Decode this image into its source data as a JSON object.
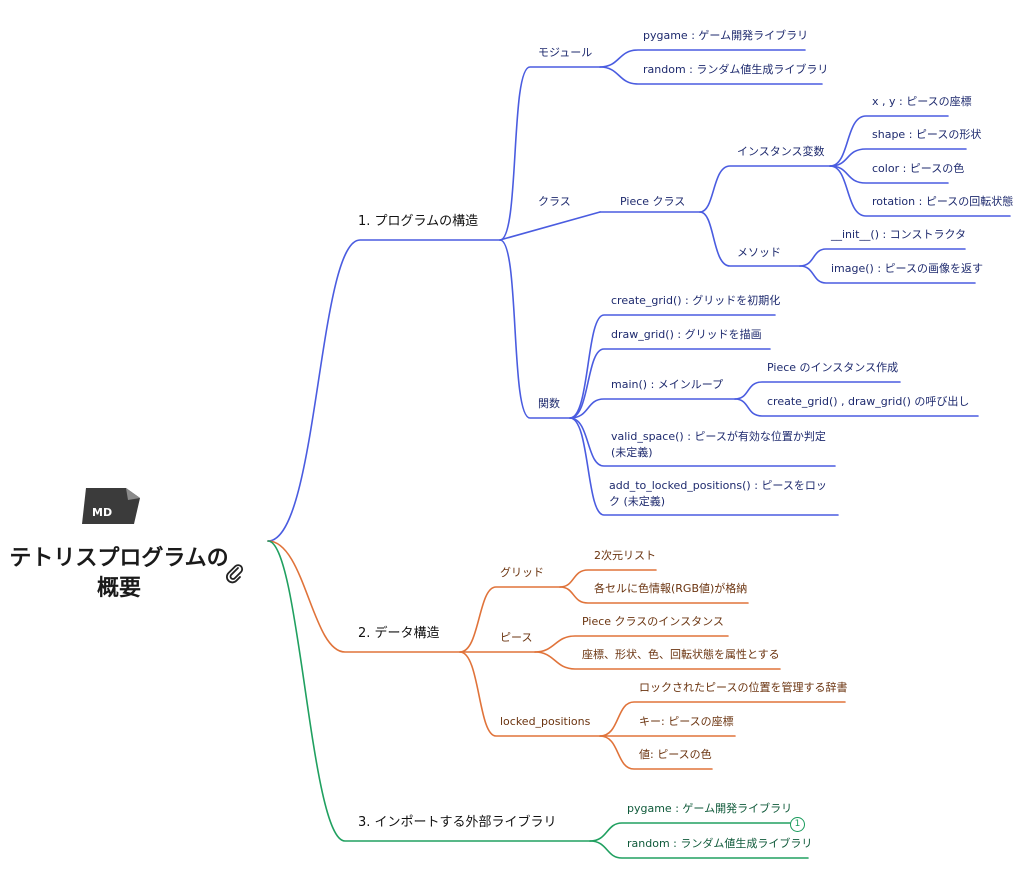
{
  "root": {
    "title_line1": "テトリスプログラムの",
    "title_line2": "概要",
    "file_badge": "MD",
    "attachment_icon": "paperclip-icon"
  },
  "colors": {
    "blue": "#4a5ce0",
    "orange": "#e0733a",
    "green": "#20a060"
  },
  "section1": {
    "label": "1. プログラムの構造",
    "module": {
      "label": "モジュール",
      "items": [
        "pygame : ゲーム開発ライブラリ",
        "random : ランダム値生成ライブラリ"
      ]
    },
    "class": {
      "label": "クラス",
      "piece": "Piece クラス",
      "vars": {
        "label": "インスタンス変数",
        "items": [
          "x , y : ピースの座標",
          "shape : ピースの形状",
          "color : ピースの色",
          "rotation : ピースの回転状態"
        ]
      },
      "methods": {
        "label": "メソッド",
        "items": [
          "__init__() : コンストラクタ",
          "image() : ピースの画像を返す"
        ]
      }
    },
    "functions": {
      "label": "関数",
      "items": [
        "create_grid() : グリッドを初期化",
        "draw_grid() : グリッドを描画",
        "main() : メインループ",
        "valid_space() : ピースが有効な位置か判定 (未定義)",
        "add_to_locked_positions() : ピースをロック (未定義)"
      ],
      "main_children": [
        "Piece のインスタンス作成",
        "create_grid() , draw_grid() の呼び出し"
      ]
    }
  },
  "section2": {
    "label": "2. データ構造",
    "grid": {
      "label": "グリッド",
      "items": [
        "2次元リスト",
        "各セルに色情報(RGB値)が格納"
      ]
    },
    "piece": {
      "label": "ピース",
      "items": [
        "Piece クラスのインスタンス",
        "座標、形状、色、回転状態を属性とする"
      ]
    },
    "locked": {
      "label": "locked_positions",
      "items": [
        "ロックされたピースの位置を管理する辞書",
        "キー: ピースの座標",
        "値: ピースの色"
      ]
    }
  },
  "section3": {
    "label": "3. インポートする外部ライブラリ",
    "items": [
      "pygame : ゲーム開発ライブラリ",
      "random : ランダム値生成ライブラリ"
    ],
    "badge": "1"
  }
}
